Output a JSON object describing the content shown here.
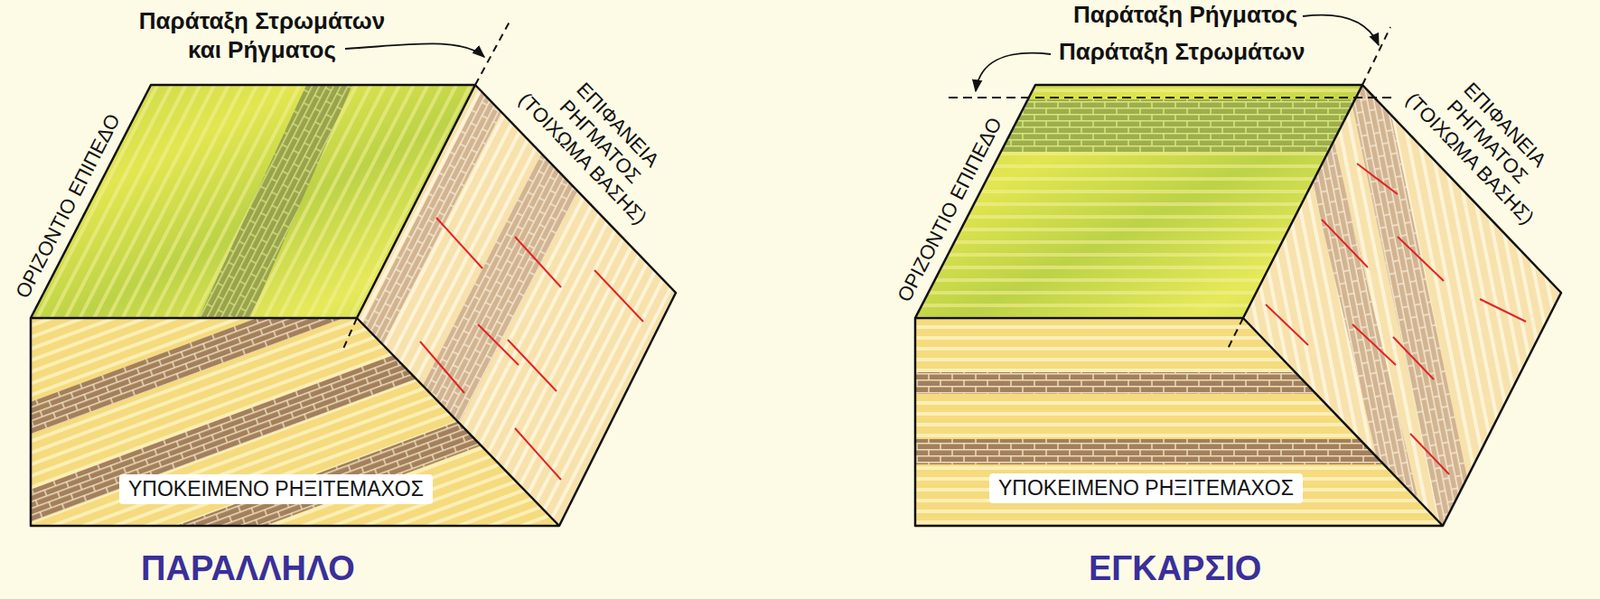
{
  "diagram": {
    "nodes": [
      {
        "text": [
          "ΥΠΟΚΕΙΜΕΝΟ ΡΗΞΙΤΕΜΑΧΟΣ"
        ]
      },
      {
        "text": [
          "ΥΠΟΚΕΙΜΕΝΟ ΡΗΞΙΤΕΜΑΧΟΣ"
        ]
      }
    ],
    "labels": [
      "Παράταξη Στρωμάτων και Ρήγματος",
      "ΟΡΙΖΟΝΤΙΟ ΕΠΙΠΕΔΟ",
      "ΕΠΙΦΑΝΕΙΑ ΡΗΓΜΑΤΟΣ (ΤΟΙΧΩΜΑ ΒΑΣΗΣ)",
      "ΠΑΡΑΛΛΗΛΟ",
      "Παράταξη Ρήγματος",
      "Παράταξη Στρωμάτων",
      "ΟΡΙΖΟΝΤΙΟ ΕΠΙΠΕΔΟ",
      "ΕΠΙΦΑΝΕΙΑ ΡΗΓΜΑΤΟΣ (ΤΟΙΧΩΜΑ ΒΑΣΗΣ)",
      "ΕΓΚΑΡΣΙΟ"
    ]
  }
}
